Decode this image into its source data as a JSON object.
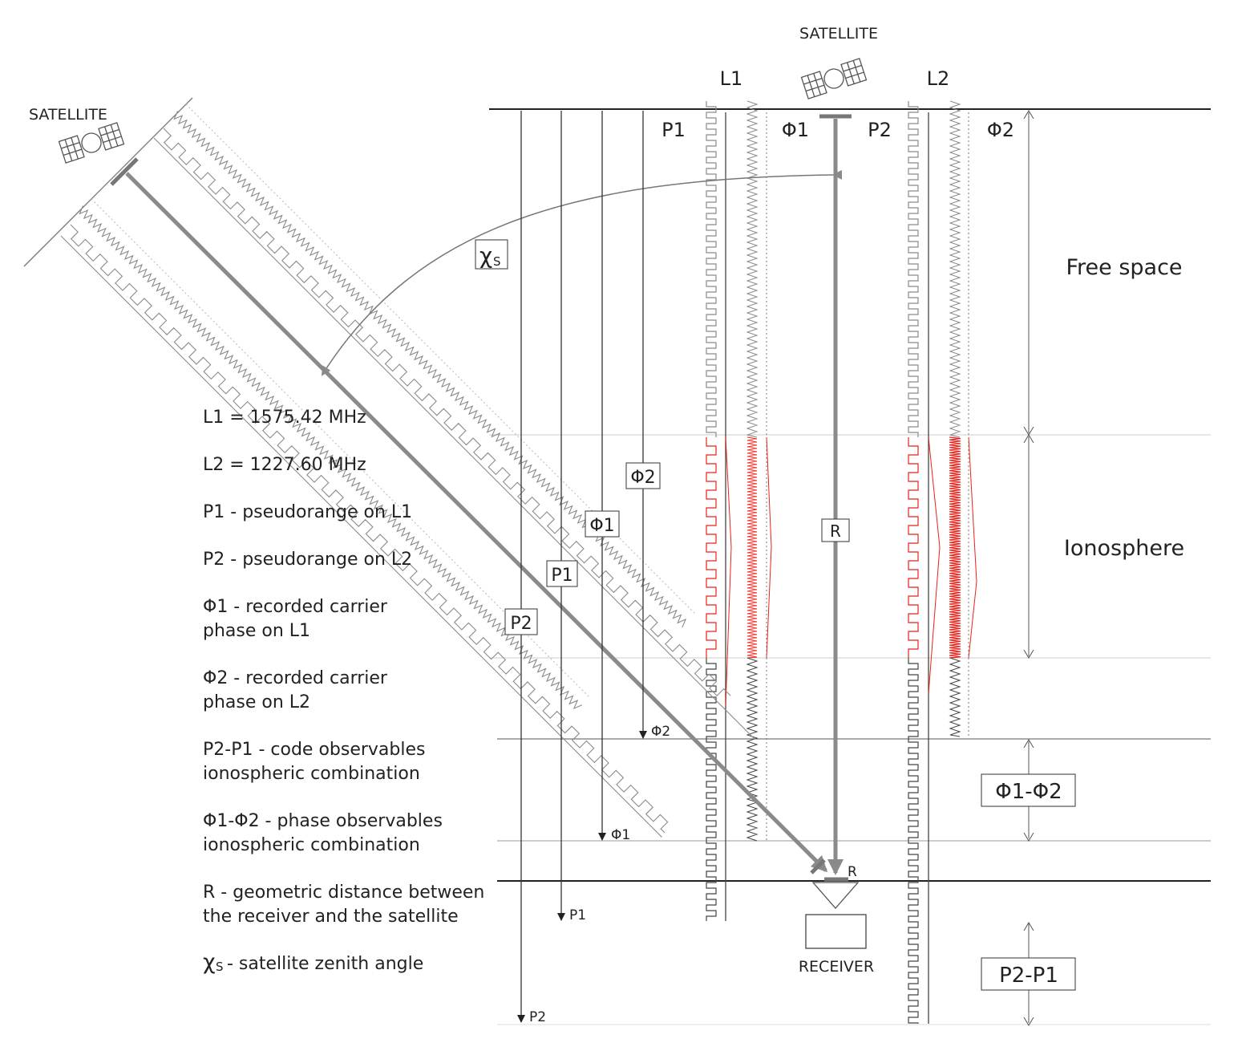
{
  "satellites": {
    "top_label": "SATELLITE",
    "left_label": "SATELLITE"
  },
  "receiver": {
    "label": "RECEIVER"
  },
  "columns": {
    "l1": "L1",
    "l2": "L2",
    "p1": "P1",
    "phi1": "Φ1",
    "p2": "P2",
    "phi2": "Φ2"
  },
  "regions": {
    "free_space": "Free space",
    "ionosphere": "Ionosphere",
    "phase_combo": "Φ1-Φ2",
    "code_combo": "P2-P1"
  },
  "boxes": {
    "chi": "χ",
    "chi_sub": "S",
    "r": "R",
    "phi1": "Φ1",
    "phi2": "Φ2",
    "p1": "P1",
    "p2": "P2"
  },
  "endpoints": {
    "phi2": "Φ2",
    "phi1": "Φ1",
    "p1": "P1",
    "p2": "P2",
    "r": "R"
  },
  "legend": {
    "l1": "L1 = 1575.42 MHz",
    "l2": "L2 = 1227.60 MHz",
    "p1": "P1 - pseudorange on L1",
    "p2": "P2 - pseudorange on L2",
    "phi1_a": "Φ1 - recorded carrier",
    "phi1_b": "phase on L1",
    "phi2_a": "Φ2 - recorded carrier",
    "phi2_b": "phase on L2",
    "code_a": "P2-P1 - code observables",
    "code_b": "ionospheric combination",
    "phase_a": "Φ1-Φ2 - phase observables",
    "phase_b": "ionospheric combination",
    "r_a": "R - geometric distance between",
    "r_b": "the receiver and the satellite",
    "chi_sym": "χ",
    "chi_sub": "S",
    "chi_text": "- satellite zenith angle"
  },
  "colors": {
    "ionosphere": "#e8231b",
    "signal": "#8a8a8a",
    "line": "#222222"
  }
}
